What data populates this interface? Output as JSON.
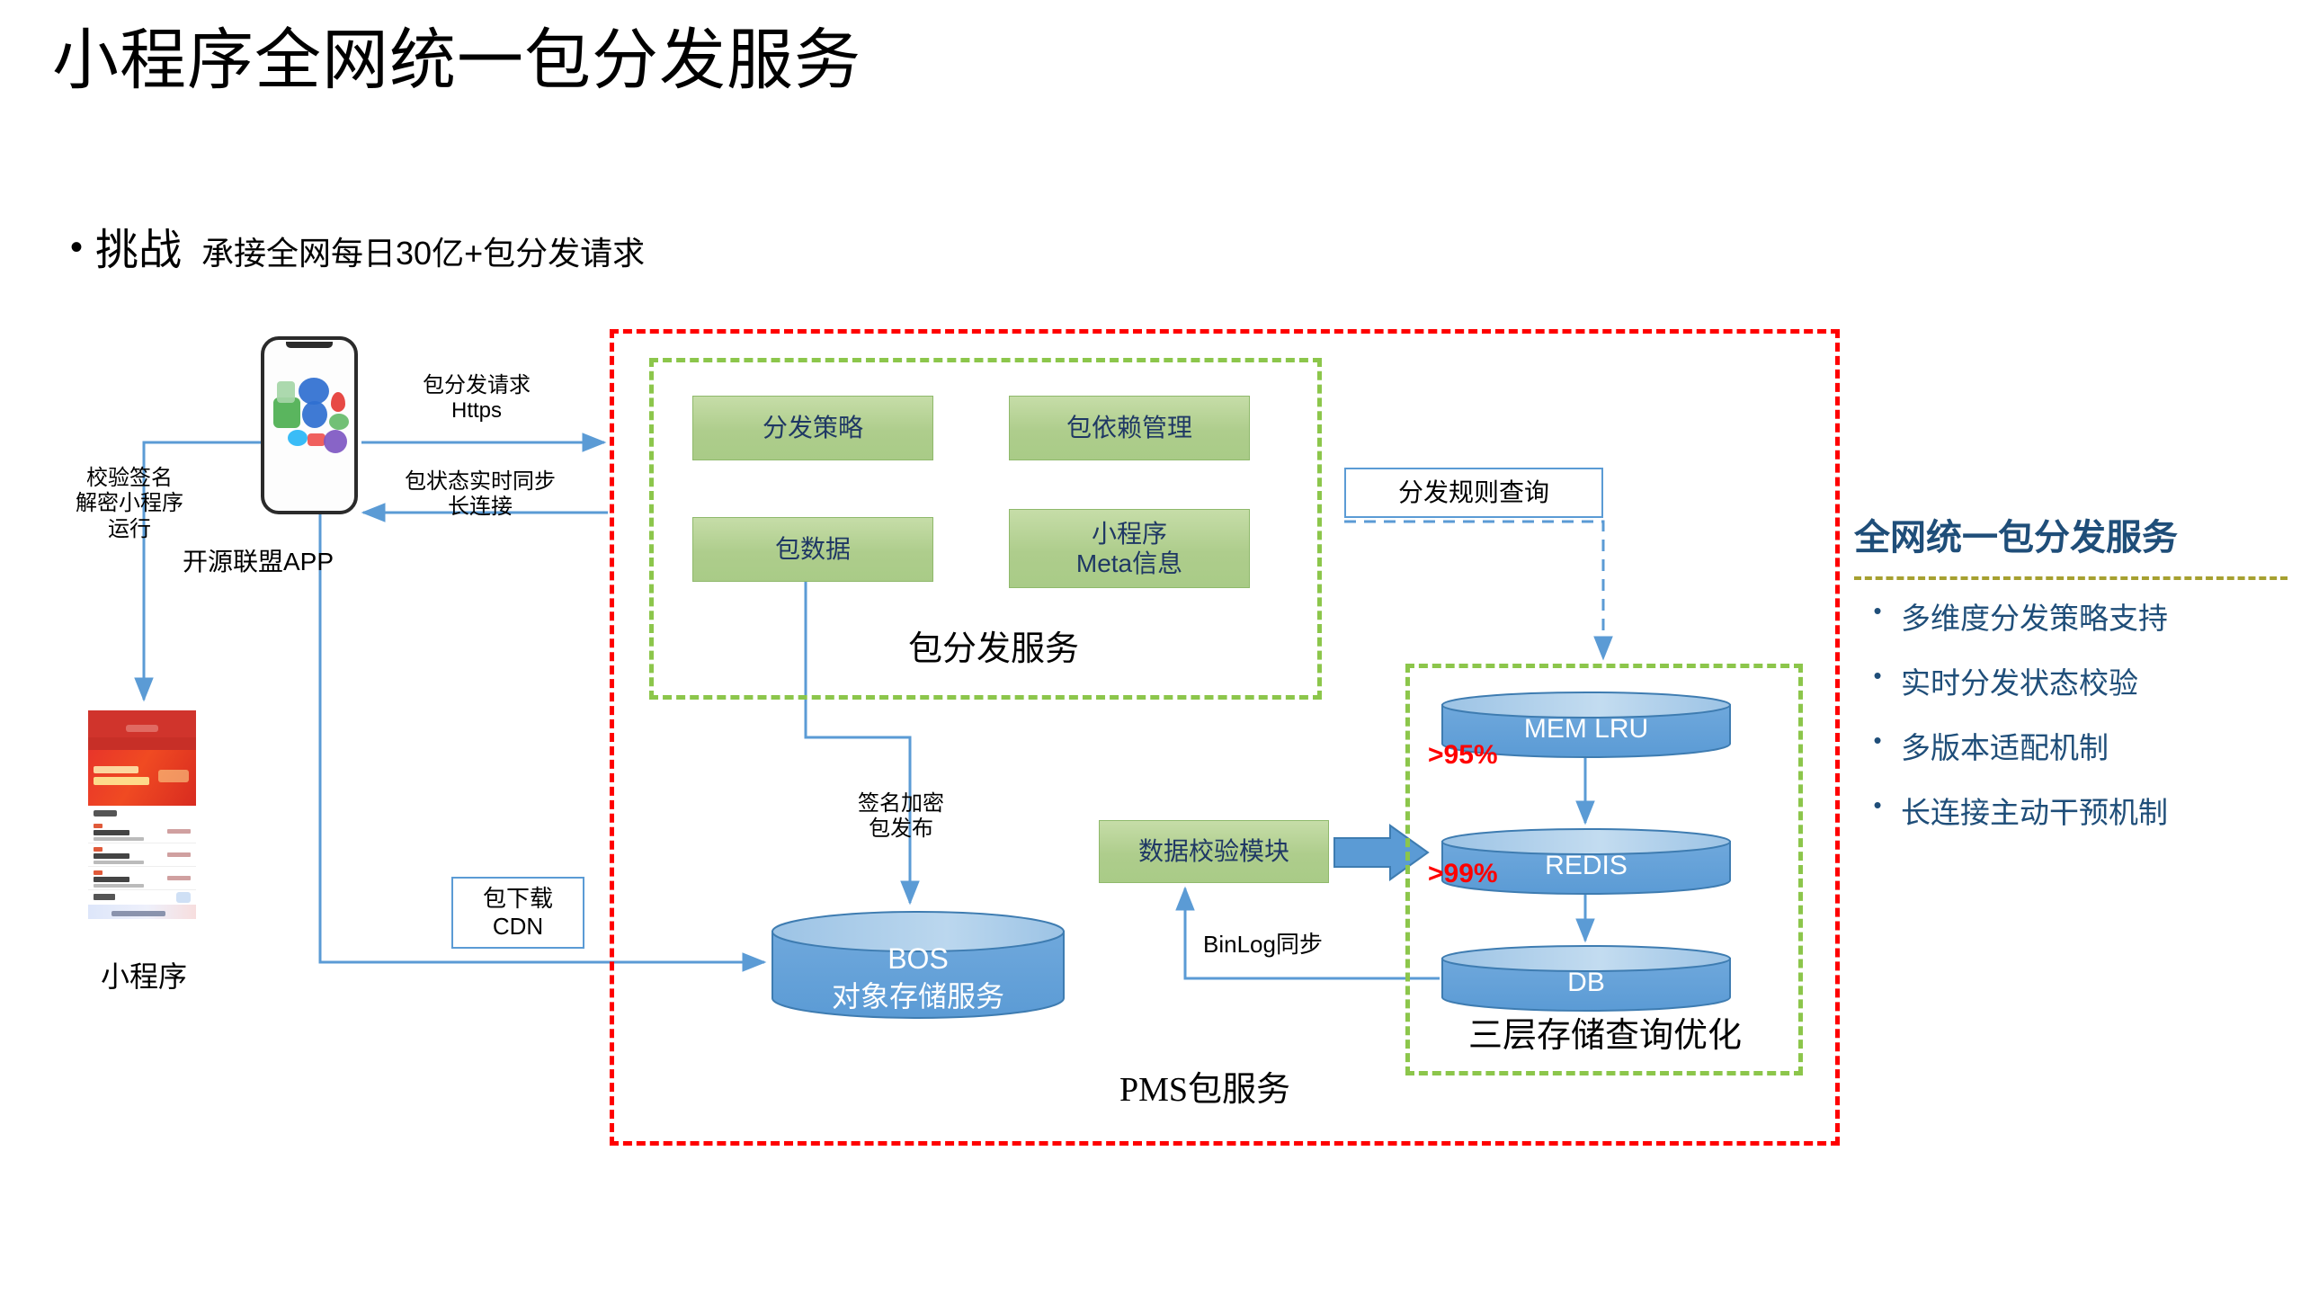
{
  "slide": {
    "title": "小程序全网统一包分发服务",
    "challenge_bullet": "•",
    "challenge_label": "挑战",
    "challenge_desc": "承接全网每日30亿+包分发请求"
  },
  "left_flow": {
    "phone_caption": "开源联盟APP",
    "miniapp_caption": "小程序",
    "verify_note": "校验签名\n解密小程序\n运行",
    "request_note": "包分发请求\nHttps",
    "sync_note": "包状态实时同步\n长连接",
    "cdn_box": "包下载\nCDN"
  },
  "pms": {
    "container_label": "PMS包服务",
    "pds": {
      "container_label": "包分发服务",
      "nodes": [
        {
          "id": "strategy",
          "label": "分发策略"
        },
        {
          "id": "depend",
          "label": "包依赖管理"
        },
        {
          "id": "pkgdata",
          "label": "包数据"
        },
        {
          "id": "meta",
          "label": "小程序\nMeta信息"
        }
      ]
    },
    "rule_query_box": "分发规则查询",
    "sign_encrypt_note": "签名加密\n包发布",
    "bos": {
      "title": "BOS",
      "subtitle": "对象存储服务"
    },
    "verify_module": "数据校验模块",
    "binlog_note": "BinLog同步",
    "storage": {
      "container_label": "三层存储查询优化",
      "tiers": [
        {
          "name": "MEM LRU",
          "hit_rate": ">95%"
        },
        {
          "name": "REDIS",
          "hit_rate": ">99%"
        },
        {
          "name": "DB",
          "hit_rate": ""
        }
      ]
    }
  },
  "right_panel": {
    "title": "全网统一包分发服务",
    "bullet_glyph": "•",
    "items": [
      "多维度分发策略支持",
      "实时分发状态校验",
      "多版本适配机制",
      "长连接主动干预机制"
    ]
  },
  "colors": {
    "red_dashed": "#FF0000",
    "green_dashed": "#8CC64B",
    "green_node_fill": "#AECD8C",
    "node_text": "#1F3864",
    "cylinder_blue": "#5B9BD5",
    "connector_blue": "#5B9BD5",
    "panel_blue": "#1F4E79",
    "hit_rate_red": "#FF0000",
    "panel_rule": "#A6A030"
  }
}
